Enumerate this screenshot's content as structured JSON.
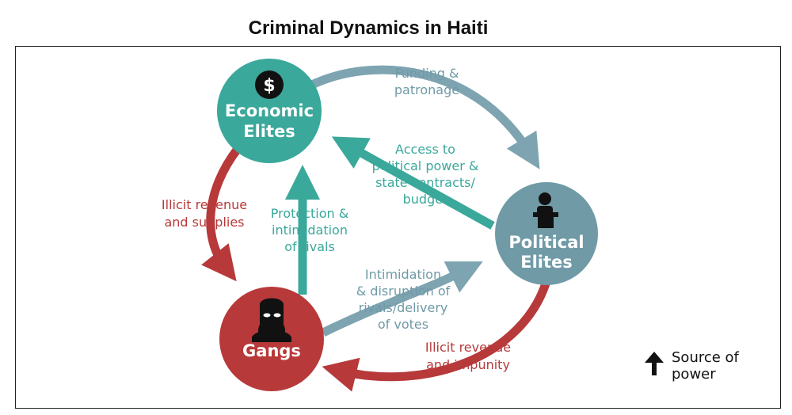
{
  "title": "Criminal Dynamics in Haiti",
  "nodes": {
    "economic": {
      "line1": "Economic",
      "line2": "Elites"
    },
    "political": {
      "line1": "Political",
      "line2": "Elites"
    },
    "gangs": {
      "line1": "Gangs"
    }
  },
  "flows": {
    "funding": [
      "Funding &",
      "patronage"
    ],
    "access": [
      "Access to",
      "political power &",
      "state contracts/",
      "budget"
    ],
    "protection": [
      "Protection &",
      "intimidation",
      "of rivals"
    ],
    "intimidation": [
      "Intimidation",
      "& disruption of",
      "rivals/delivery",
      "of votes"
    ],
    "illicit_supplies": [
      "Illicit revenue",
      "and supplies"
    ],
    "illicit_impunity": [
      "Illicit revenue",
      "and impunity"
    ]
  },
  "legend": {
    "line1": "Source of",
    "line2": "power"
  },
  "colors": {
    "economic": "#3aa89a",
    "political": "#6f9aa6",
    "gangs": "#b7393a",
    "arrow_blue": "#7ea4b1",
    "arrow_teal": "#3aa89a",
    "arrow_red": "#b7393a"
  },
  "icons": {
    "economic": "dollar-icon",
    "political": "podium-speaker-icon",
    "gangs": "masked-person-icon"
  }
}
